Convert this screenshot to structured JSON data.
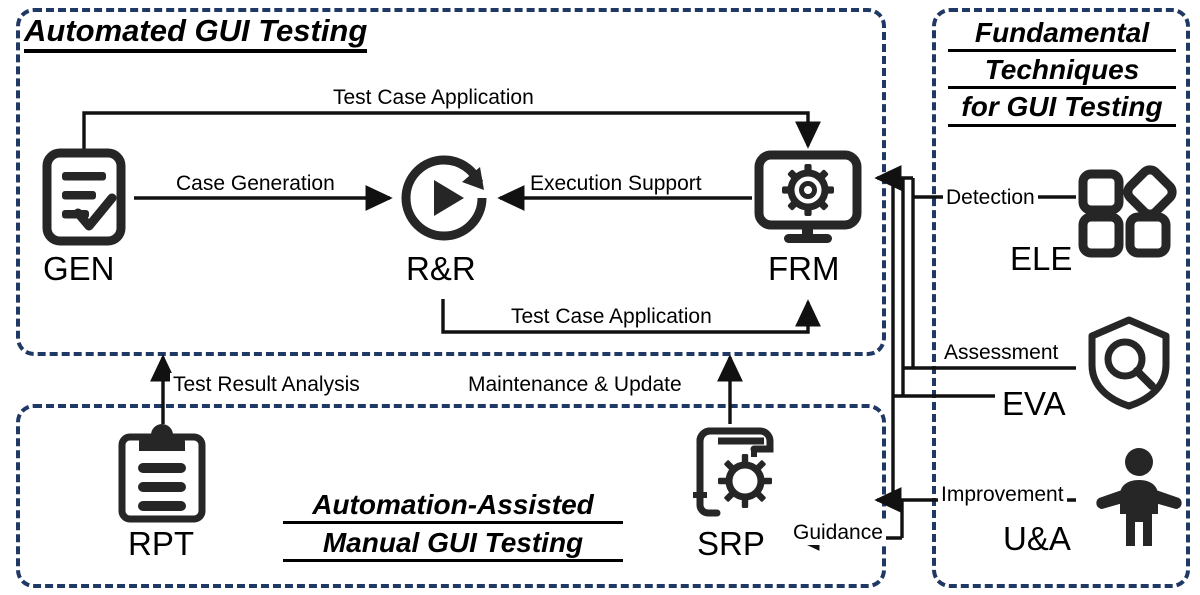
{
  "diagram": {
    "kind": "flow-diagram",
    "title_note": "GUI testing taxonomy overview",
    "stroke_color": "#262626",
    "panel_border_color": "#1F3864",
    "background": "#FFFFFF"
  },
  "panels": {
    "automated": {
      "title": "Automated GUI Testing",
      "name": "automated-gui-testing-panel"
    },
    "manual": {
      "title_line1": "Automation-Assisted",
      "title_line2": "Manual GUI Testing",
      "name": "automation-assisted-manual-gui-testing-panel"
    },
    "fundamental": {
      "title_line1": "Fundamental",
      "title_line2": "Techniques",
      "title_line3": "for GUI Testing",
      "name": "fundamental-techniques-panel"
    }
  },
  "nodes": [
    {
      "id": "GEN",
      "label": "GEN",
      "icon": "document-checklist-icon",
      "panel": "automated"
    },
    {
      "id": "RR",
      "label": "R&R",
      "icon": "replay-play-circle-icon",
      "panel": "automated"
    },
    {
      "id": "FRM",
      "label": "FRM",
      "icon": "monitor-gear-icon",
      "panel": "automated"
    },
    {
      "id": "RPT",
      "label": "RPT",
      "icon": "clipboard-lines-icon",
      "panel": "manual"
    },
    {
      "id": "SRP",
      "label": "SRP",
      "icon": "scroll-gear-icon",
      "panel": "manual"
    },
    {
      "id": "ELE",
      "label": "ELE",
      "icon": "shapes-grid-icon",
      "panel": "fundamental"
    },
    {
      "id": "EVA",
      "label": "EVA",
      "icon": "shield-magnifier-icon",
      "panel": "fundamental"
    },
    {
      "id": "UA",
      "label": "U&A",
      "icon": "person-arms-out-icon",
      "panel": "fundamental"
    }
  ],
  "edges": [
    {
      "id": "tca_top",
      "label": "Test Case Application",
      "from": "GEN",
      "to": "FRM",
      "route": "up-over-down"
    },
    {
      "id": "case_gen",
      "label": "Case Generation",
      "from": "GEN",
      "to": "RR",
      "route": "straight-right"
    },
    {
      "id": "exec_support",
      "label": "Execution Support",
      "from": "FRM",
      "to": "RR",
      "route": "straight-left"
    },
    {
      "id": "tca_bottom",
      "label": "Test Case Application",
      "from": "RR",
      "to": "FRM",
      "route": "down-over-up"
    },
    {
      "id": "test_result",
      "label": "Test Result Analysis",
      "from": "RPT",
      "to": "GEN",
      "route": "straight-up"
    },
    {
      "id": "maintenance",
      "label": "Maintenance & Update",
      "from": "SRP",
      "to": "FRM",
      "route": "straight-up"
    },
    {
      "id": "guidance",
      "label": "Guidance",
      "from": "UA",
      "to": "SRP",
      "route": "left"
    },
    {
      "id": "detection",
      "label": "Detection",
      "from": "ELE",
      "to": "automated-panel",
      "route": "left-bus"
    },
    {
      "id": "assessment",
      "label": "Assessment",
      "from": "EVA",
      "to": "automated-panel",
      "route": "left-bus"
    },
    {
      "id": "improvement",
      "label": "Improvement",
      "from": "UA",
      "to": "manual-panel",
      "route": "left-bus"
    }
  ],
  "labels": {
    "tca_top": "Test Case Application",
    "case_generation": "Case Generation",
    "execution_support": "Execution Support",
    "tca_bottom": "Test Case Application",
    "test_result_analysis": "Test Result Analysis",
    "maintenance_update": "Maintenance & Update",
    "guidance": "Guidance",
    "detection": "Detection",
    "assessment": "Assessment",
    "improvement": "Improvement"
  }
}
